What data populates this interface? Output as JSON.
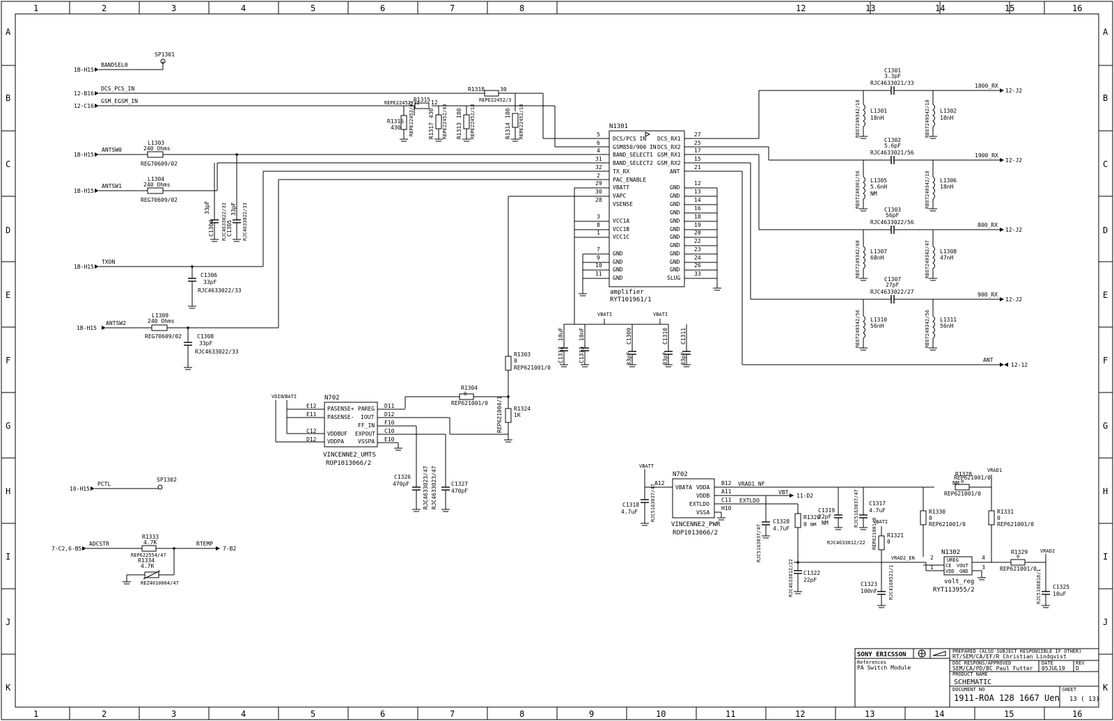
{
  "border": {
    "cols_top": [
      "1",
      "2",
      "3",
      "4",
      "5",
      "6",
      "7",
      "8",
      "12",
      "13",
      "14",
      "15",
      "16"
    ],
    "cols_bottom": [
      "1",
      "2",
      "3",
      "4",
      "5",
      "6",
      "7",
      "8",
      "9",
      "10",
      "11",
      "12",
      "13",
      "14",
      "15",
      "16"
    ],
    "rows": [
      "A",
      "B",
      "C",
      "D",
      "E",
      "F",
      "G",
      "H",
      "I",
      "J",
      "K"
    ]
  },
  "nets": {
    "bandsel0": "BANDSEL0",
    "dcs_pcs_in": "DCS_PCS_IN",
    "gsm_egsm_in": "GSM_EGSM_IN",
    "antsw0": "ANTSW0",
    "antsw1": "ANTSW1",
    "txon": "TXON",
    "antsw2": "ANTSW2",
    "pctl": "PCTL",
    "adcstr": "ADCSTR",
    "rtemp": "RTEMP",
    "vrad1_nf": "VRAD1_NF",
    "vbt": "VBT",
    "extldo": "EXTLDO",
    "vrad2_en": "VRAD2_EN",
    "vdio": "VDIO",
    "vbati": "VBATI",
    "vbatt": "VBATT",
    "vrad1": "VRAD1",
    "vrad2": "VRAD2",
    "rx1800": "1800_RX",
    "rx1900": "1900_RX",
    "rx800": "800_RX",
    "rx900": "900_RX",
    "ant": "ANT"
  },
  "refs": {
    "r_bandsel0": "1B-H15",
    "r_dcs": "12-B16",
    "r_gsm": "12-C16",
    "r_antsw0": "1B-H15",
    "r_antsw1": "1B-H15",
    "r_txon": "1B-H15",
    "r_antsw2": "1B-H15",
    "r_pctl": "10-H15",
    "r_adcstr": "7-C2,6-B5",
    "r_rtemp": "7-B2",
    "r_vbt": "11-D2",
    "r_1800": "12-J2",
    "r_1900": "12-J2",
    "r_800": "12-J2",
    "r_900": "12-J2",
    "r_ant": "12-12"
  },
  "parts": {
    "sp1301": "SP1301",
    "sp1302": "SP1302",
    "l1303": {
      "ref": "L1303",
      "val": "240 Ohms",
      "part": "REG70609/02"
    },
    "l1304": {
      "ref": "L1304",
      "val": "240 Ohms",
      "part": "REG70609/02"
    },
    "l1309": {
      "ref": "L1309",
      "val": "240 Ohms",
      "part": "REG70609/02"
    },
    "c1304": {
      "ref": "C1304",
      "val": "33pF",
      "part": "RJC4633022/33"
    },
    "c1305": {
      "ref": "C1305",
      "val": "33pF",
      "part": "RJC4633022/33"
    },
    "c1306": {
      "ref": "C1306",
      "val": "33pF",
      "part": "RJC4633022/33"
    },
    "c1308": {
      "ref": "C1308",
      "val": "33pF",
      "part": "RJC4633022/33"
    },
    "r1315": {
      "ref": "R1315",
      "val": "12",
      "part": "REPE22452/12"
    },
    "r1318": {
      "ref": "R1318",
      "val": "30",
      "part": "REPE22452/3"
    },
    "r1316": {
      "ref": "R1316",
      "val": "430",
      "part": "REPE22452/43"
    },
    "r1317": {
      "ref": "R1317",
      "val": "430",
      "part": "REPE22452/43"
    },
    "r1313": {
      "ref": "R1313",
      "val": "180",
      "part": "REPE22452/18"
    },
    "r1314": {
      "ref": "R1314",
      "val": "180",
      "part": "REPE22452/18"
    },
    "n1301": {
      "ref": "N1301",
      "name": "amplifier",
      "part": "RYT101961/1"
    },
    "c1312": {
      "ref": "C1312",
      "val": "10uF"
    },
    "c1313": {
      "ref": "C1313",
      "val": "10nF"
    },
    "c1309": {
      "ref": "C1309",
      "val": "33pF"
    },
    "c1310": {
      "ref": "C1310",
      "val": "33pF"
    },
    "c1311": {
      "ref": "C1311",
      "val": "33pF"
    },
    "r1303": {
      "ref": "R1303",
      "val": "0",
      "part": "REP621001/0"
    },
    "r1304": {
      "ref": "R1304",
      "val": "0",
      "part": "REP621001/0"
    },
    "r1324": {
      "ref": "R1324",
      "val": "1K",
      "part": "REP621004/1"
    },
    "n702a": {
      "ref": "N702",
      "name": "VINCENNE2_UMTS",
      "part": "ROP1013066/2"
    },
    "c1326": {
      "ref": "C1326",
      "val": "470pF",
      "part": "RJC4633023/47"
    },
    "c1327": {
      "ref": "C1327",
      "val": "470pF",
      "part": "RJC4633023/47"
    },
    "r1333": {
      "ref": "R1333",
      "val": "4.7K",
      "part": "REP622554/47"
    },
    "r1334": {
      "ref": "R1334",
      "val": "4.7K",
      "part": "REZ4010064/47"
    },
    "n702b": {
      "ref": "N702",
      "name": "VINCENNE2_PWR",
      "part": "ROP1013066/2"
    },
    "c1318": {
      "ref": "C1318",
      "val": "4.7uF",
      "part": "RJC5163037/47"
    },
    "c1328": {
      "ref": "C1328",
      "val": "4.7uF",
      "part": "RJC5163037/47"
    },
    "r1320": {
      "ref": "R1320",
      "val": "0",
      "part": "NM"
    },
    "c1319": {
      "ref": "C1319",
      "val": "22pF",
      "part": "NM"
    },
    "c1317": {
      "ref": "C1317",
      "val": "4.7uF",
      "part": "RJC5163037/47"
    },
    "c1322": {
      "ref": "C1322",
      "val": "22pF",
      "part": "RJC4633012/22"
    },
    "r1321": {
      "ref": "R1321",
      "val": "0",
      "part": "REP621001/0"
    },
    "c1323": {
      "ref": "C1323",
      "val": "100nF",
      "part": "RJC4160521/1"
    },
    "r1328": {
      "ref": "R1328",
      "val": "0",
      "part": "REP621001/0",
      "nm": "NM"
    },
    "r1330": {
      "ref": "R1330",
      "val": "0",
      "part": "REP621001/0"
    },
    "r1331": {
      "ref": "R1331",
      "val": "0",
      "part": "REP621001/0"
    },
    "n1302": {
      "ref": "N1302",
      "name": "volt_reg",
      "part": "RYT113955/2"
    },
    "r1329": {
      "ref": "R1329",
      "val": "0",
      "part": "REP621001/0"
    },
    "c1325": {
      "ref": "C1325",
      "val": "10uF",
      "part": "RJC5166018/1"
    },
    "c1301": {
      "ref": "C1301",
      "val": "3.3pF",
      "part": "RJC4633021/33"
    },
    "c1302": {
      "ref": "C1302",
      "val": "5.6pF",
      "part": "RJC4633021/56"
    },
    "c1303": {
      "ref": "C1303",
      "val": "56pF",
      "part": "RJC4633022/56"
    },
    "c1307": {
      "ref": "C1307",
      "val": "27pF",
      "part": "RJC4633022/27"
    },
    "l1301": {
      "ref": "L1301",
      "val": "18nH",
      "part": "REO7249342/18"
    },
    "l1302": {
      "ref": "L1302",
      "val": "18nH",
      "part": "REO7249342/18"
    },
    "l1305": {
      "ref": "L1305",
      "val": "5.6nH",
      "part": "REO7249301/56",
      "nm": "NM"
    },
    "l1306": {
      "ref": "L1306",
      "val": "18nH",
      "part": "REO7249342/18"
    },
    "l1307": {
      "ref": "L1307",
      "val": "68nH",
      "part": "REO7249342/68"
    },
    "l1308": {
      "ref": "L1308",
      "val": "47nH",
      "part": "REO7249342/47"
    },
    "l1310": {
      "ref": "L1310",
      "val": "56nH",
      "part": "REO7249342/56"
    },
    "l1311": {
      "ref": "L1311",
      "val": "56nH",
      "part": "REO7249342/56"
    }
  },
  "n1301_pins": {
    "dcs_pcs_in": "DCS/PCS IN",
    "gsm_in": "GSM850/900 IN",
    "bs1": "BAND_SELECT1",
    "bs2": "BAND_SELECT2",
    "tx_rx": "TX_RX",
    "pac_en": "PAC_ENABLE",
    "vbatt": "VBATT",
    "vapc": "VAPC",
    "vsense": "VSENSE",
    "vcc1a": "VCC1A",
    "vcc1b": "VCC1B",
    "vcc1c": "VCC1C",
    "gnd": "GND",
    "dcs_rx1": "DCS_RX1",
    "dcs_rx2": "DCS_RX2",
    "gsm_rx1": "GSM_RX1",
    "gsm_rx2": "GSM_RX2",
    "ant": "ANT",
    "slug": "SLUG"
  },
  "n702a_pins": {
    "pasense_p": "PASENSE+",
    "pasense_m": "PASENSE-",
    "vddbuf": "VDDBUF",
    "vddpa": "VDDPA",
    "pareg": "PAREG",
    "iout": "IOUT",
    "ff_in": "FF_IN",
    "expout": "EXPOUT",
    "vsspa": "VSSPA"
  },
  "n702b_pins": {
    "vbata": "VBATA",
    "vdda": "VDDA",
    "vddb": "VDDB",
    "extldo": "EXTLDO",
    "vssa": "VSSA"
  },
  "n1302_pins": {
    "ce": "CE",
    "vout": "VOUT",
    "vdd": "VDD",
    "gnd": "GND",
    "label": "UREG"
  },
  "title_block": {
    "company": "SONY ERICSSON",
    "prepared_label": "PREPARED (ALSO SUBJECT RESPONSIBLE IF OTHER)",
    "prepared_val": "RT/SEM/CA/EF/R Christian Lindqvist",
    "refs_label": "References",
    "refs_val": "PA Switch Module",
    "approved_label": "DOC RESPONS/APPROVED",
    "approved_val": "SEM/CA/PD/BC Paul Futter",
    "date_label": "DATE",
    "date_val": "05JUL19",
    "rev_label": "REV",
    "rev_val": "D",
    "product_label": "PRODUCT NAME",
    "product_val": "SCHEMATIC",
    "docno_label": "DOCUMENT NO",
    "docno_val": "1911-ROA 128 1667 Uen",
    "sheet_label": "SHEET",
    "sheet_val": "13 ( 13)"
  }
}
